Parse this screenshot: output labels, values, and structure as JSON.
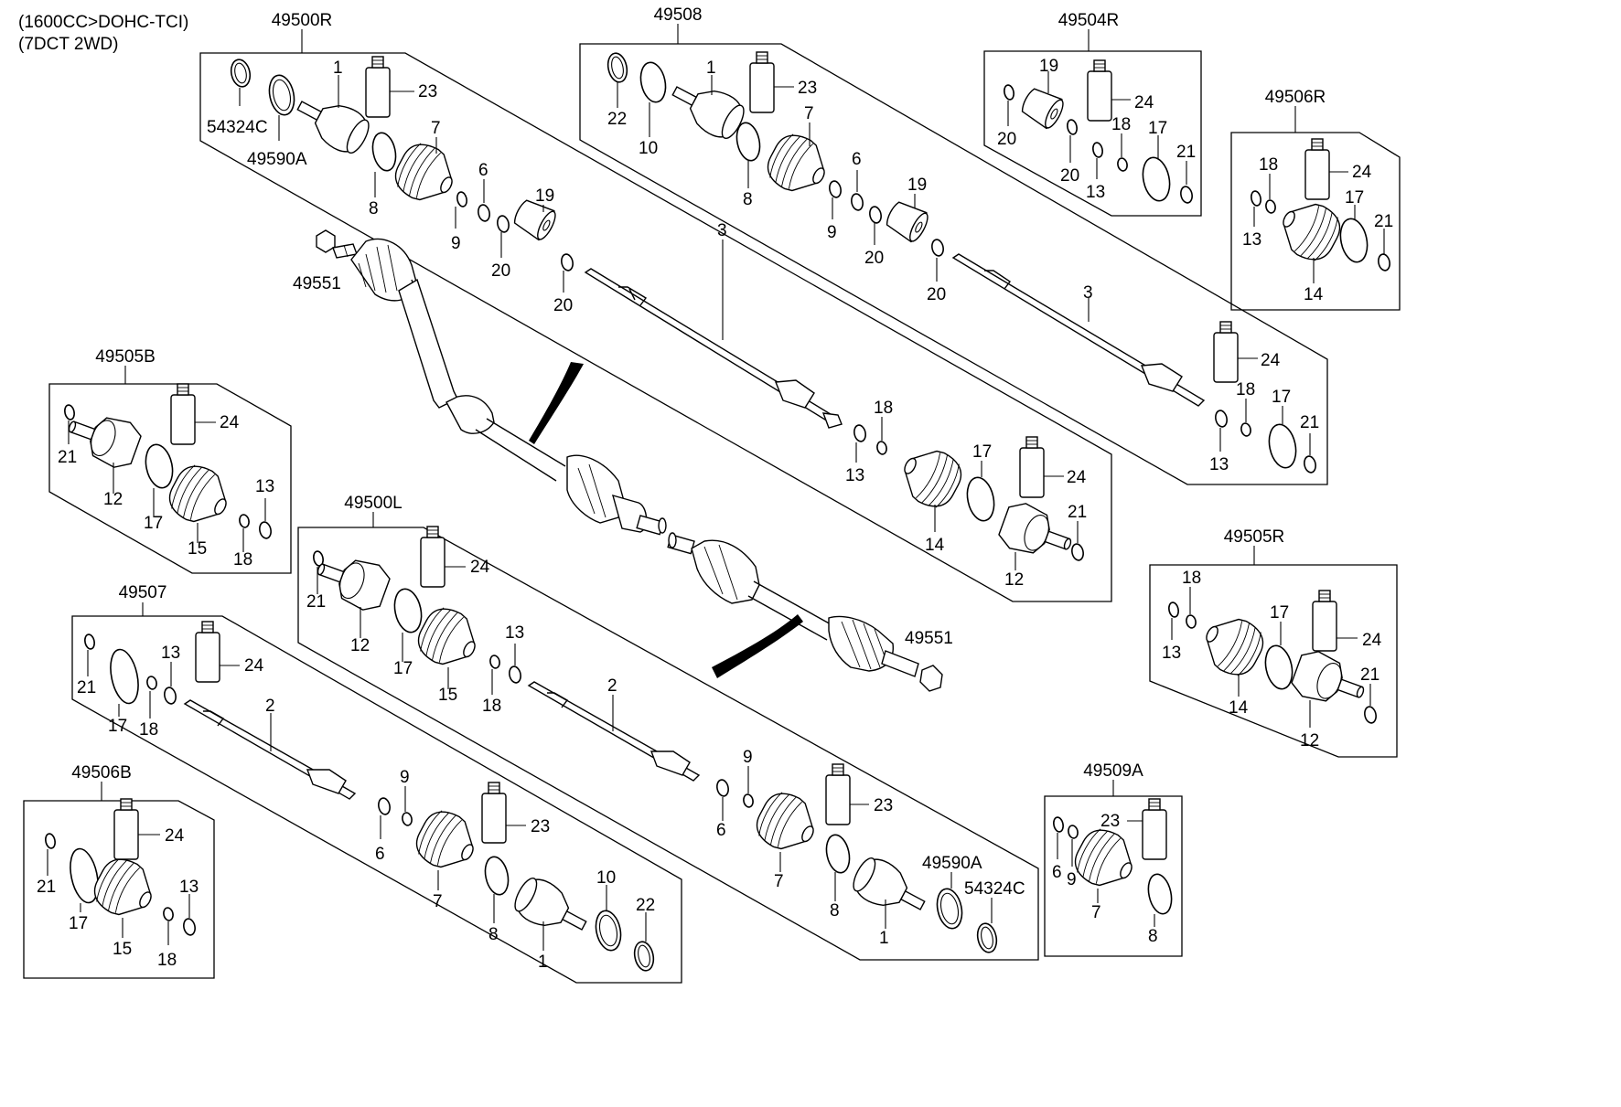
{
  "header": {
    "line1": "(1600CC>DOHC-TCI)",
    "line2": "(7DCT 2WD)"
  },
  "groups": {
    "g49500R": "49500R",
    "g49508": "49508",
    "g49504R": "49504R",
    "g49506R": "49506R",
    "g49505B": "49505B",
    "g49500L": "49500L",
    "g49505R": "49505R",
    "g49507": "49507",
    "g49506B": "49506B",
    "g49509A": "49509A"
  },
  "parts": {
    "p49551": "49551",
    "p54324C": "54324C",
    "p49590A": "49590A",
    "n1": "1",
    "n2": "2",
    "n3": "3",
    "n6": "6",
    "n7": "7",
    "n8": "8",
    "n9": "9",
    "n10": "10",
    "n12": "12",
    "n13": "13",
    "n14": "14",
    "n15": "15",
    "n17": "17",
    "n18": "18",
    "n19": "19",
    "n20": "20",
    "n21": "21",
    "n22": "22",
    "n23": "23",
    "n24": "24"
  }
}
